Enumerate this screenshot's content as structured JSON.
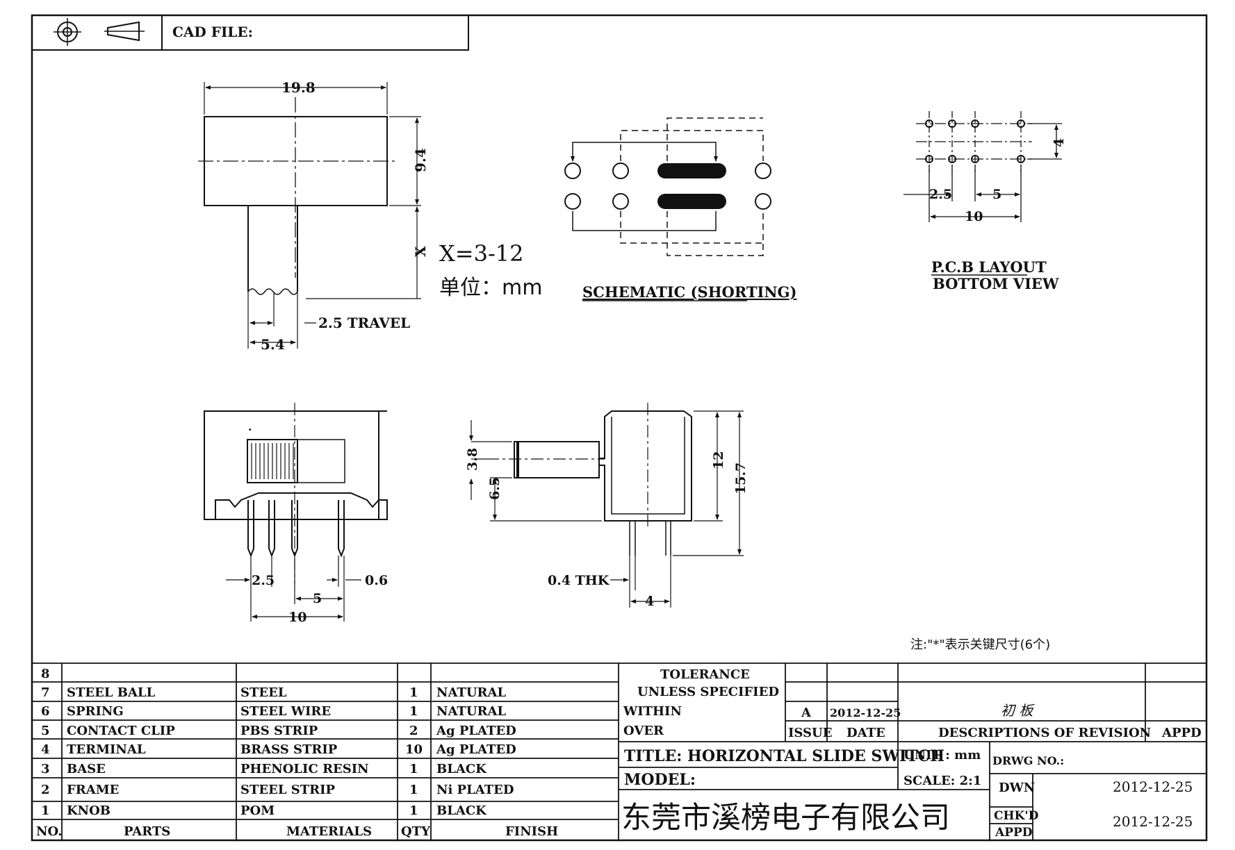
{
  "header": {
    "cad_file_label": "CAD FILE:"
  },
  "top_view": {
    "width_dim": "19.8",
    "height_dim": "9.4",
    "x_dim": "X",
    "x_range": "X=3-12",
    "unit_note": "单位：mm",
    "travel": "2.5 TRAVEL",
    "knob_dim": "5.4"
  },
  "schematic": {
    "caption": "SCHEMATIC (SHORTING)"
  },
  "pcb": {
    "dim_4": "4",
    "dim_2_5": "2.5",
    "dim_5": "5",
    "dim_10": "10",
    "title": "P.C.B LAYOUT",
    "subtitle": "BOTTOM VIEW"
  },
  "front_view": {
    "dim_2_5": "2.5",
    "dim_0_6": "0.6",
    "dim_5": "5",
    "dim_10": "10"
  },
  "side_view": {
    "dim_3_8": "3.8",
    "dim_6_5": "6.5",
    "dim_12": "12",
    "dim_15_7": "15.7",
    "thk": "0.4 THK",
    "dim_4": "4"
  },
  "note": "注:\"*\"表示关键尺寸(6个)",
  "bom": {
    "headers": {
      "no": "NO.",
      "parts": "PARTS",
      "materials": "MATERIALS",
      "qty": "QTY",
      "finish": "FINISH"
    },
    "rows": [
      {
        "no": "8",
        "part": "",
        "material": "",
        "qty": "",
        "finish": ""
      },
      {
        "no": "7",
        "part": "STEEL BALL",
        "material": "STEEL",
        "qty": "1",
        "finish": "NATURAL"
      },
      {
        "no": "6",
        "part": "SPRING",
        "material": "STEEL WIRE",
        "qty": "1",
        "finish": "NATURAL"
      },
      {
        "no": "5",
        "part": "CONTACT CLIP",
        "material": "PBS STRIP",
        "qty": "2",
        "finish": "Ag PLATED"
      },
      {
        "no": "4",
        "part": "TERMINAL",
        "material": "BRASS STRIP",
        "qty": "10",
        "finish": "Ag PLATED"
      },
      {
        "no": "3",
        "part": "BASE",
        "material": "PHENOLIC RESIN",
        "qty": "1",
        "finish": "BLACK"
      },
      {
        "no": "2",
        "part": "FRAME",
        "material": "STEEL STRIP",
        "qty": "1",
        "finish": "Ni PLATED"
      },
      {
        "no": "1",
        "part": "KNOB",
        "material": "POM",
        "qty": "1",
        "finish": "BLACK"
      }
    ]
  },
  "title_block": {
    "tolerance": "TOLERANCE",
    "unless": "UNLESS  SPECIFIED",
    "within": "WITHIN",
    "over": "OVER",
    "rev": "A",
    "rev_date": "2012-12-25",
    "rev_desc": "初 板",
    "issue": "ISSUE",
    "date": "DATE",
    "desc_of_rev": "DESCRIPTIONS OF REVISION",
    "appd": "APPD",
    "title": "TITLE: HORIZONTAL SLIDE SWITCH",
    "unit": "UNIT : mm",
    "drwg_no": "DRWG NO.:",
    "model": "MODEL:",
    "scale": "SCALE: 2:1",
    "dwn": "DWN",
    "dwn_date": "2012-12-25",
    "company": "东莞市溪榜电子有限公司",
    "chkd": "CHK'D",
    "appd_label": "APPD",
    "chk_date": "2012-12-25"
  }
}
